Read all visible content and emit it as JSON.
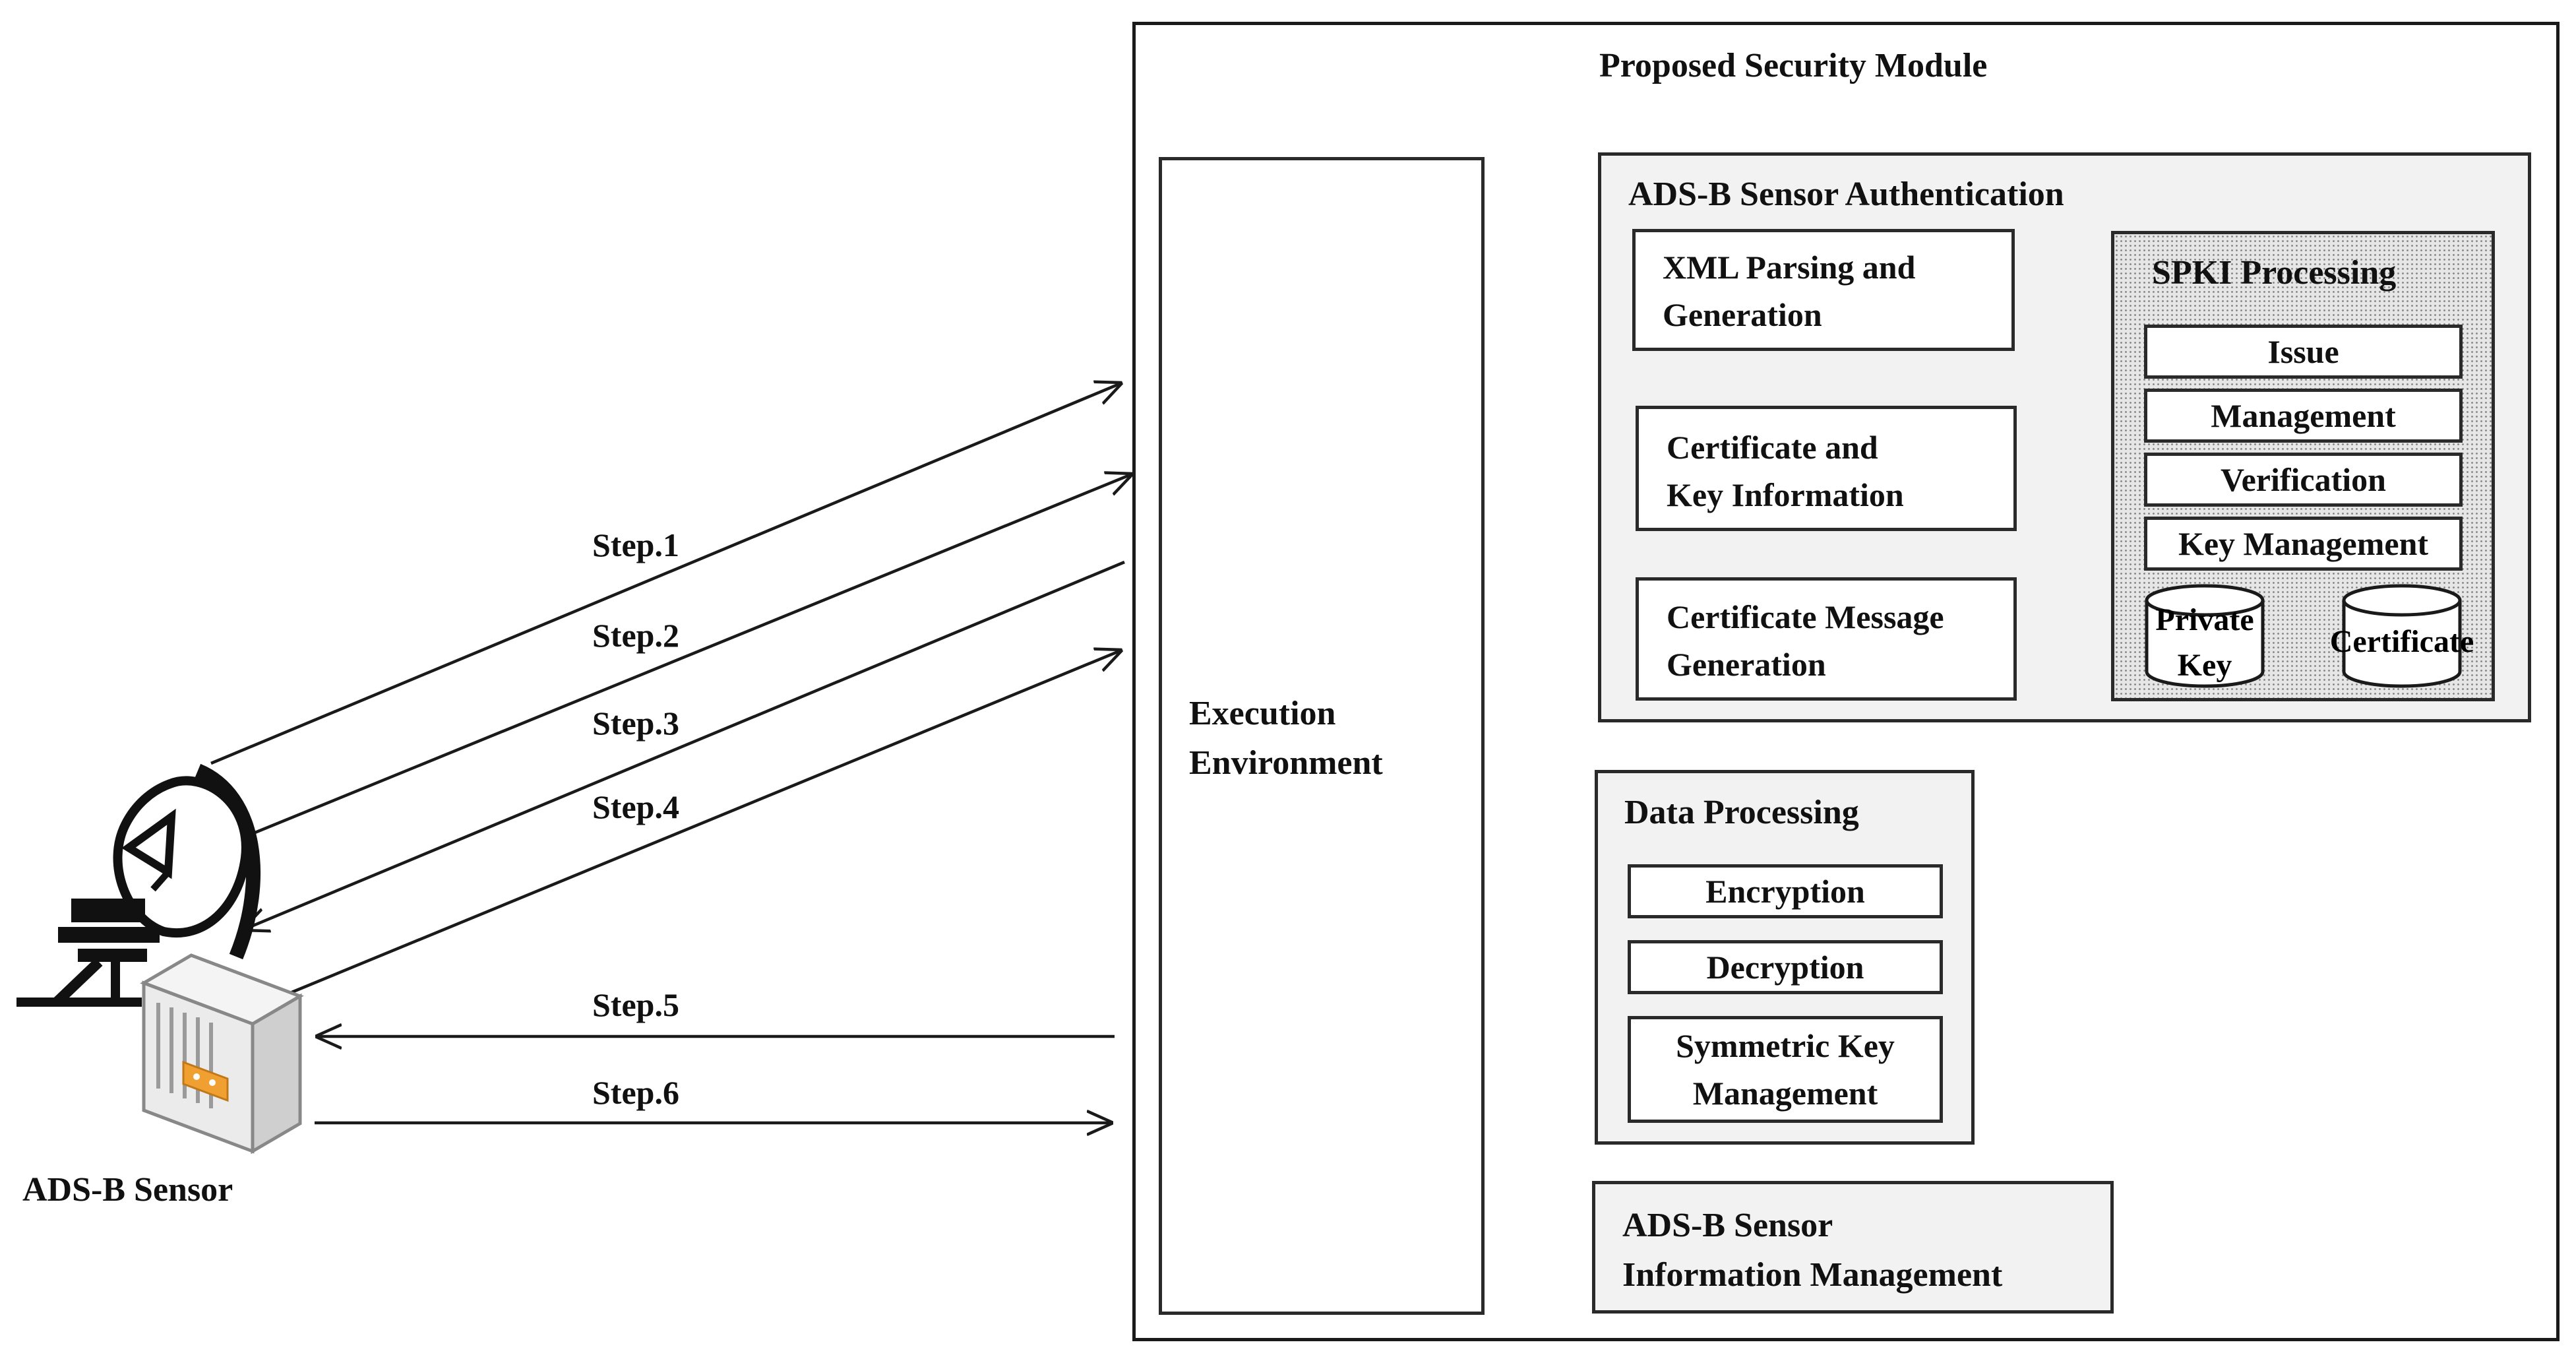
{
  "module": {
    "title": "Proposed Security Module",
    "execution_environment": [
      "Execution",
      "Environment"
    ]
  },
  "auth": {
    "title": "ADS-B Sensor Authentication",
    "xml": [
      "XML Parsing and",
      "Generation"
    ],
    "cert_key": [
      "Certificate and",
      "Key Information"
    ],
    "cert_msg": [
      "Certificate Message",
      "Generation"
    ],
    "spki": {
      "title": "SPKI Processing",
      "items": [
        "Issue",
        "Management",
        "Verification",
        "Key Management"
      ],
      "stores": [
        [
          "Private",
          "Key"
        ],
        [
          "Certificate"
        ]
      ]
    }
  },
  "data_processing": {
    "title": "Data Processing",
    "items": [
      "Encryption",
      "Decryption"
    ],
    "symmetric": [
      "Symmetric Key",
      "Management"
    ]
  },
  "info_mgmt": [
    "ADS-B Sensor",
    "Information Management"
  ],
  "sensor": {
    "label": "ADS-B Sensor"
  },
  "steps": [
    {
      "label": "Step.1",
      "direction": "to-module"
    },
    {
      "label": "Step.2",
      "direction": "to-module"
    },
    {
      "label": "Step.3",
      "direction": "to-sensor"
    },
    {
      "label": "Step.4",
      "direction": "to-module"
    },
    {
      "label": "Step.5",
      "direction": "to-sensor"
    },
    {
      "label": "Step.6",
      "direction": "to-module"
    }
  ],
  "colors": {
    "stroke": "#1a1a1a",
    "panel": "#f2f2f2",
    "accent": "#f0a030"
  },
  "icons": [
    "satellite-dish-icon",
    "server-icon"
  ]
}
